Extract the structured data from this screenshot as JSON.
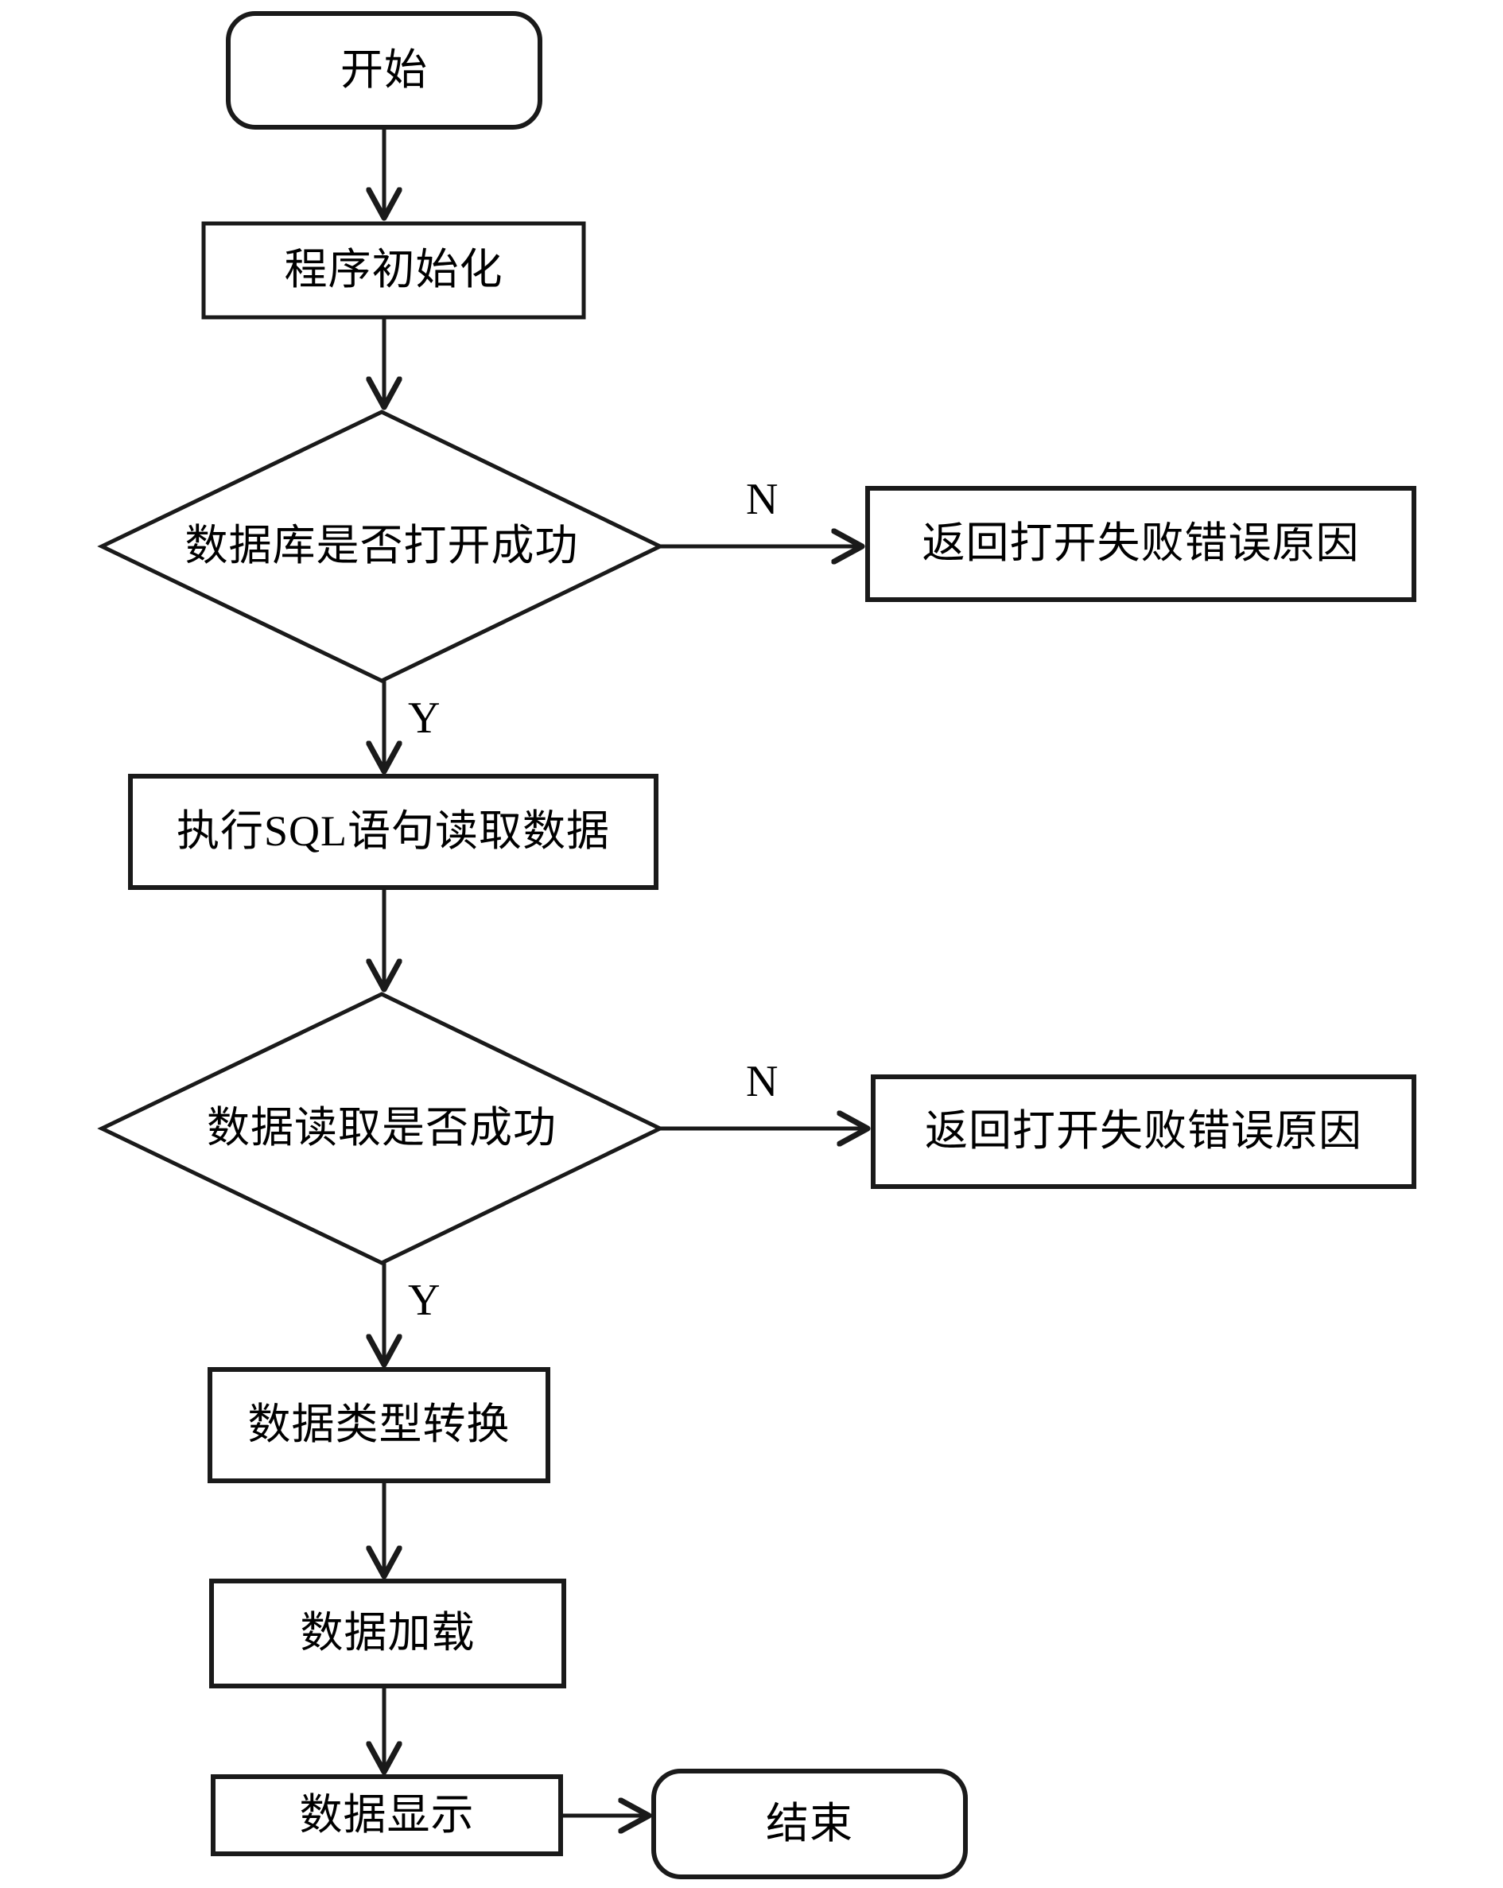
{
  "diagram": {
    "type": "flowchart",
    "orientation": "top-to-bottom",
    "stroke_color": "#1a1a1a",
    "fill_color": "#ffffff",
    "text_color": "#000000",
    "nodes": [
      {
        "id": "start",
        "shape": "rounded-rectangle",
        "label": "开始"
      },
      {
        "id": "init",
        "shape": "rectangle",
        "label": "程序初始化"
      },
      {
        "id": "db-open",
        "shape": "diamond",
        "label": "数据库是否打开成功"
      },
      {
        "id": "db-error",
        "shape": "rectangle",
        "label": "返回打开失败错误原因"
      },
      {
        "id": "exec-sql",
        "shape": "rectangle",
        "label": "执行SQL语句读取数据"
      },
      {
        "id": "read-ok",
        "shape": "diamond",
        "label": "数据读取是否成功"
      },
      {
        "id": "read-error",
        "shape": "rectangle",
        "label": "返回打开失败错误原因"
      },
      {
        "id": "type-convert",
        "shape": "rectangle",
        "label": "数据类型转换"
      },
      {
        "id": "data-load",
        "shape": "rectangle",
        "label": "数据加载"
      },
      {
        "id": "data-show",
        "shape": "rectangle",
        "label": "数据显示"
      },
      {
        "id": "end",
        "shape": "rounded-rectangle",
        "label": "结束"
      }
    ],
    "edges": [
      {
        "from": "start",
        "to": "init",
        "label": ""
      },
      {
        "from": "init",
        "to": "db-open",
        "label": ""
      },
      {
        "from": "db-open",
        "to": "db-error",
        "label": "N"
      },
      {
        "from": "db-open",
        "to": "exec-sql",
        "label": "Y"
      },
      {
        "from": "exec-sql",
        "to": "read-ok",
        "label": ""
      },
      {
        "from": "read-ok",
        "to": "read-error",
        "label": "N"
      },
      {
        "from": "read-ok",
        "to": "type-convert",
        "label": "Y"
      },
      {
        "from": "type-convert",
        "to": "data-load",
        "label": ""
      },
      {
        "from": "data-load",
        "to": "data-show",
        "label": ""
      },
      {
        "from": "data-show",
        "to": "end",
        "label": ""
      }
    ],
    "edge_labels": {
      "db_open_no": "N",
      "db_open_yes": "Y",
      "read_ok_no": "N",
      "read_ok_yes": "Y"
    }
  }
}
